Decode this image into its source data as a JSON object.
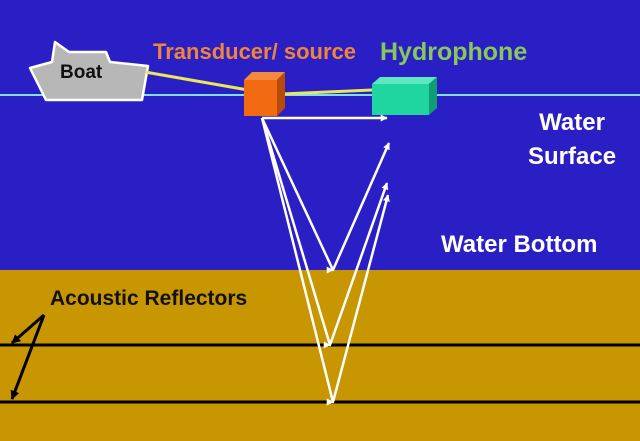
{
  "labels": {
    "boat": "Boat",
    "transducer": "Transducer/ source",
    "hydrophone": "Hydrophone",
    "water_surface_line1": "Water",
    "water_surface_line2": "Surface",
    "water_bottom": "Water Bottom",
    "acoustic_reflectors": "Acoustic Reflectors"
  },
  "colors": {
    "water": "#2a1fc4",
    "seabed": "#c89600",
    "surface_line": "#7fe0f0",
    "boat_fill": "#b7b7b7",
    "tow_cable": "#e8e85a",
    "transducer": "#f26a12",
    "hydrophone": "#1fd6a0",
    "ray": "#ffffff",
    "reflector_line": "#000000"
  },
  "icons": {
    "boat": "boat-icon",
    "transducer": "transducer-icon",
    "hydrophone": "hydrophone-icon"
  }
}
